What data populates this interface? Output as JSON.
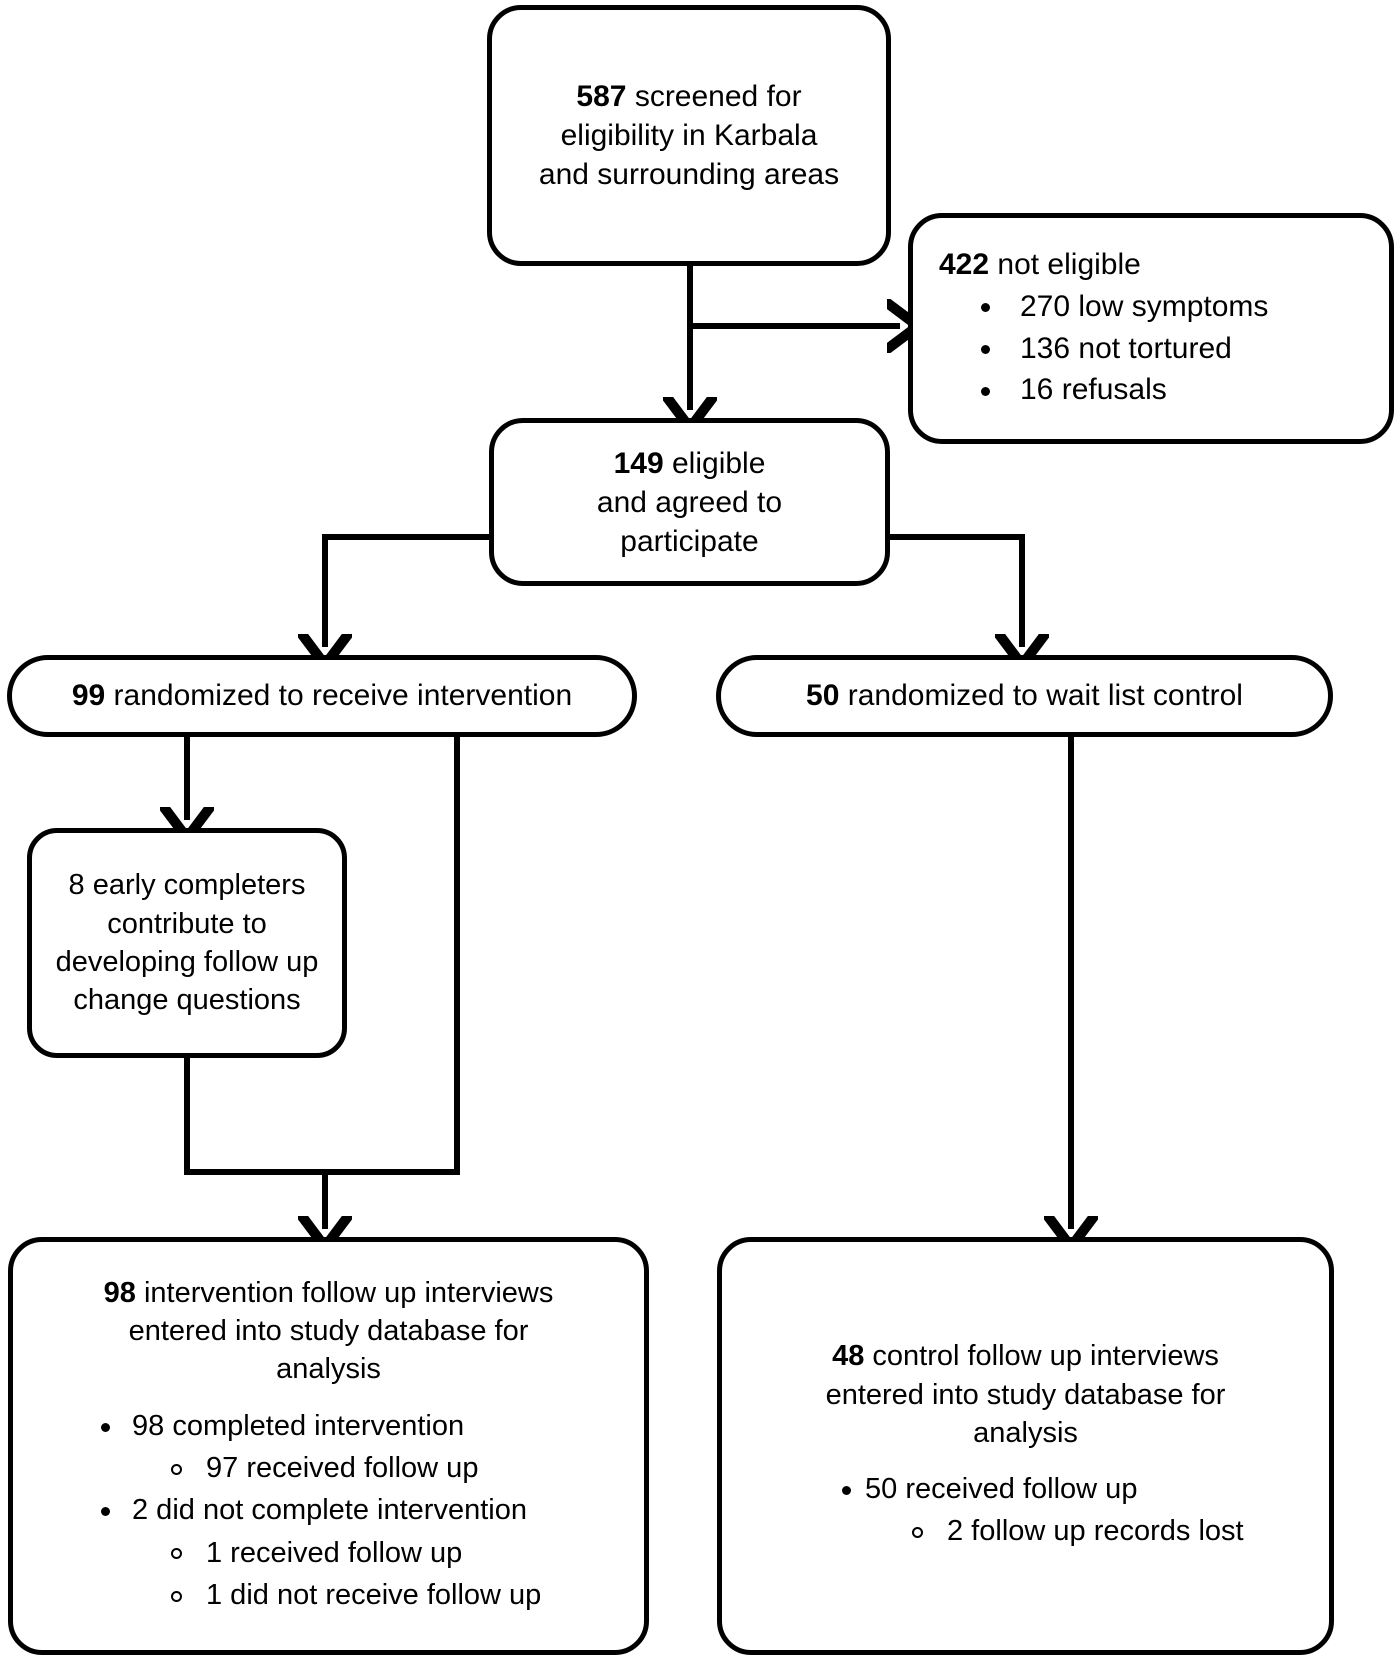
{
  "diagram": {
    "title": "CONSORT participant flow diagram",
    "stroke_color": "#000000",
    "background_color": "#ffffff"
  },
  "nodes": {
    "screened": {
      "name": "screened-for-eligibility",
      "count": "587",
      "lines": [
        "587 screened for",
        "eligibility in Karbala",
        "and surrounding areas"
      ],
      "line1_bold": "587",
      "line1_rest": " screened for",
      "line2": "eligibility in Karbala",
      "line3": "and surrounding areas"
    },
    "not_eligible": {
      "name": "not-eligible",
      "count": "422",
      "heading_bold": "422",
      "heading_rest": " not eligible",
      "bullets": [
        "270 low symptoms",
        "136 not tortured",
        "16 refusals"
      ]
    },
    "eligible": {
      "name": "eligible-and-agreed",
      "count": "149",
      "line1_bold": "149",
      "line1_rest": " eligible",
      "line2": "and agreed to",
      "line3": "participate"
    },
    "randomized_intervention": {
      "name": "randomized-to-intervention",
      "count": "99",
      "bold": "99",
      "rest": " randomized to receive intervention"
    },
    "randomized_control": {
      "name": "randomized-to-wait-list-control",
      "count": "50",
      "bold": "50",
      "rest": " randomized to wait list control"
    },
    "early_completers": {
      "name": "early-completers",
      "count": "8",
      "lines": [
        "8 early completers",
        "contribute to",
        "developing follow up",
        "change questions"
      ]
    },
    "result_intervention": {
      "name": "intervention-follow-up-results",
      "count": "98",
      "head_bold": "98",
      "head_rest": " intervention follow up interviews",
      "head_line2": "entered into study database for",
      "head_line3": "analysis",
      "bullets": [
        {
          "level": 1,
          "text": "98 completed intervention"
        },
        {
          "level": 2,
          "text": "97 received follow up"
        },
        {
          "level": 1,
          "text": "2 did not complete intervention"
        },
        {
          "level": 2,
          "text": "1 received follow up"
        },
        {
          "level": 2,
          "text": "1 did not receive follow up"
        }
      ]
    },
    "result_control": {
      "name": "control-follow-up-results",
      "count": "48",
      "head_bold": "48",
      "head_rest": " control follow up interviews",
      "head_line2": "entered into study database for",
      "head_line3": "analysis",
      "bullets": [
        {
          "level": 1,
          "text": "50 received follow up"
        },
        {
          "level": 2,
          "text": "2 follow up records lost"
        }
      ]
    }
  },
  "edges": [
    {
      "name": "screened-to-eligible",
      "from": "screened",
      "to": "eligible",
      "arrow": true
    },
    {
      "name": "screened-to-not-eligible",
      "from": "screened",
      "to": "not_eligible",
      "arrow": true
    },
    {
      "name": "eligible-to-randomized-intervention",
      "from": "eligible",
      "to": "randomized_intervention",
      "arrow": true
    },
    {
      "name": "eligible-to-randomized-control",
      "from": "eligible",
      "to": "randomized_control",
      "arrow": true
    },
    {
      "name": "randomized-intervention-to-early-completers",
      "from": "randomized_intervention",
      "to": "early_completers",
      "arrow": true
    },
    {
      "name": "randomized-intervention-bypass-to-result",
      "from": "randomized_intervention",
      "to": "result_intervention",
      "arrow": true
    },
    {
      "name": "early-completers-to-result",
      "from": "early_completers",
      "to": "result_intervention",
      "arrow": true
    },
    {
      "name": "randomized-control-to-result",
      "from": "randomized_control",
      "to": "result_control",
      "arrow": true
    }
  ]
}
